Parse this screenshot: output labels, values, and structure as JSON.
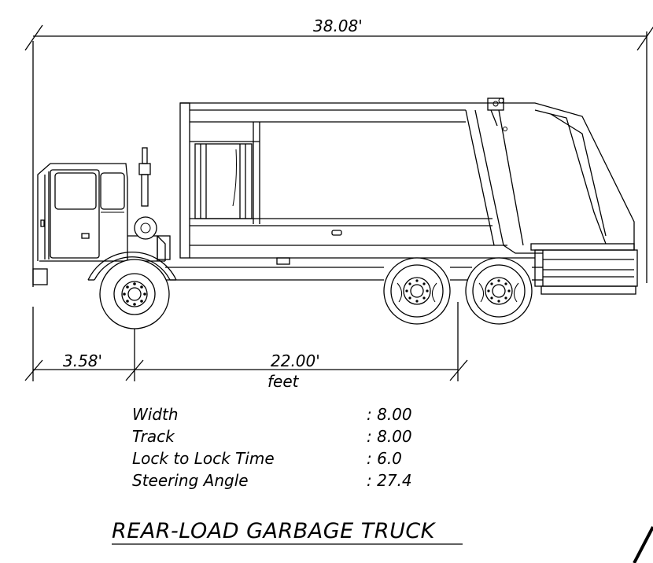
{
  "dimensions": {
    "overall_length": "38.08'",
    "front_overhang": "3.58'",
    "wheelbase": "22.00'",
    "units": "feet"
  },
  "specs": [
    {
      "label": "Width",
      "value": ": 8.00"
    },
    {
      "label": "Track",
      "value": ": 8.00"
    },
    {
      "label": "Lock to Lock Time",
      "value": ": 6.0"
    },
    {
      "label": "Steering Angle",
      "value": ": 27.4"
    }
  ],
  "title": "REAR-LOAD GARBAGE TRUCK"
}
